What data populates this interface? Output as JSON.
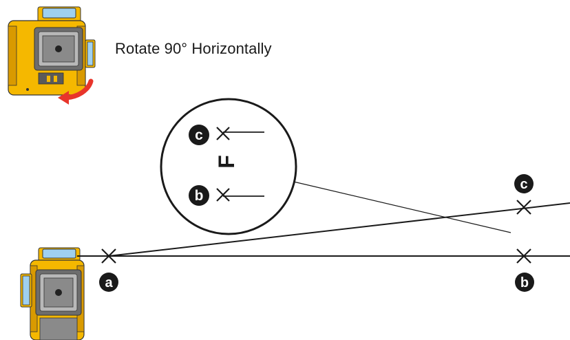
{
  "instruction": {
    "text": "Rotate 90° Horizontally"
  },
  "markers": {
    "a": "a",
    "b": "b",
    "c": "c"
  },
  "magnifier": {
    "face_label": "F",
    "upper_marker": "c",
    "lower_marker": "b"
  },
  "colors": {
    "laser_body": "#f5b800",
    "laser_shadow": "#d99a00",
    "window_blue": "#9fd0ef",
    "dark_gray": "#4a4a4a",
    "line": "#1a1a1a",
    "arrow_red": "#e8352b"
  },
  "icons": {
    "laser_top": "laser-level-icon",
    "laser_bottom": "laser-level-icon",
    "rotate_arrow": "rotate-arrow-icon"
  }
}
